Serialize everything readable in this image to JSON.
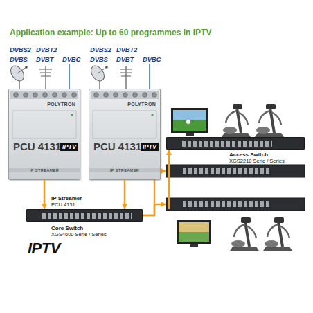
{
  "diagram": {
    "title": "Application example: Up to 60 programmes in IPTV",
    "nodes": [
      {
        "text": [
          "POLYTRON",
          "PCU 4131",
          "IPTV",
          "IP STREAMER"
        ]
      },
      {
        "text": [
          "POLYTRON",
          "PCU 4131",
          "IPTV",
          "IP STREAMER"
        ]
      },
      {
        "text": [
          "Access Switch",
          "XGS2210 Serie / Series"
        ]
      },
      {
        "text": [
          "Core Switch",
          "XGS4600 Serie / Series"
        ]
      }
    ],
    "edges": [
      {
        "from": 0,
        "to": 3,
        "arrow": "to"
      },
      {
        "from": 1,
        "to": 3,
        "arrow": "to"
      },
      {
        "from": 3,
        "to": 2,
        "arrow": "to"
      }
    ],
    "labels": [
      "DVBS2",
      "DVBT2",
      "DVBS",
      "DVBT",
      "DVBC",
      "DVBS2",
      "DVBT2",
      "DVBS",
      "DVBT",
      "DVBC",
      "IP Streamer",
      "PCU 4131",
      "IPTV"
    ]
  }
}
